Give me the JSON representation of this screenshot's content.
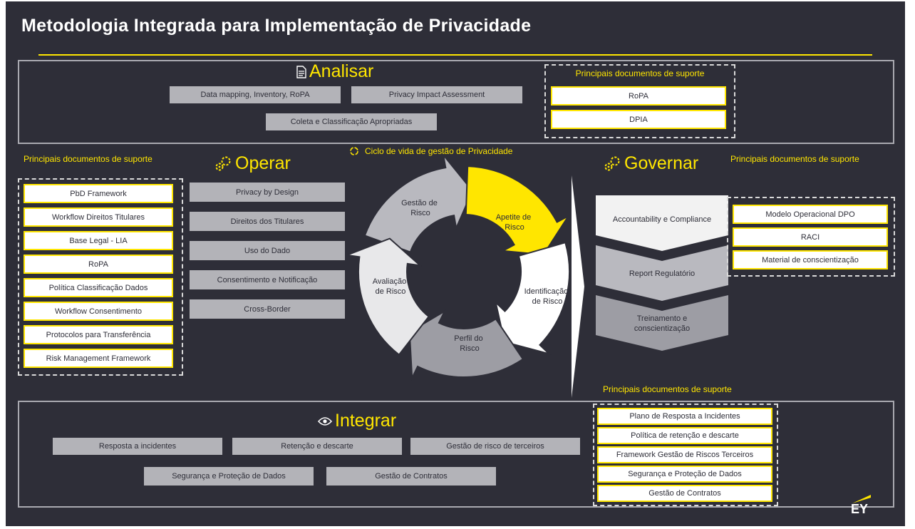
{
  "title": "Metodologia Integrada para Implementação de Privacidade",
  "colors": {
    "background": "#2e2e38",
    "accent": "#ffe600",
    "box_gray": "#b3b3b8",
    "box_white": "#ffffff"
  },
  "analisar": {
    "heading": "Analisar",
    "icon": "document-icon",
    "items": [
      "Data mapping, Inventory, RoPA",
      "Privacy Impact Assessment",
      "Coleta e Classificação Apropriadas"
    ],
    "docs_title": "Principais documentos de suporte",
    "docs": [
      "RoPA",
      "DPIA"
    ]
  },
  "operar": {
    "heading": "Operar",
    "icon": "gears-icon",
    "docs_title": "Principais documentos de suporte",
    "docs": [
      "PbD Framework",
      "Workflow Direitos Titulares",
      "Base Legal - LIA",
      "RoPA",
      "Política Classificação Dados",
      "Workflow Consentimento",
      "Protocolos para Transferência",
      "Risk Management Framework"
    ],
    "items": [
      "Privacy by Design",
      "Direitos dos Titulares",
      "Uso do Dado",
      "Consentimento e Notificação",
      "Cross-Border"
    ]
  },
  "cycle": {
    "title": "Ciclo de vida de gestão de Privacidade",
    "icon": "cycle-icon",
    "segments": [
      "Gestão de Risco",
      "Apetite de Risco",
      "Identificação de Risco",
      "Perfil do Risco",
      "Avaliação de Risco"
    ]
  },
  "governar": {
    "heading": "Governar",
    "icon": "gears-icon",
    "items": [
      "Accountability e Compliance",
      "Report Regulatório",
      "Treinamento e conscientização"
    ],
    "docs_title": "Principais documentos de suporte",
    "docs": [
      "Modelo Operacional DPO",
      "RACI",
      "Material de conscientização"
    ]
  },
  "integrar": {
    "heading": "Integrar",
    "icon": "eye-icon",
    "items": [
      "Resposta a incidentes",
      "Retenção e descarte",
      "Gestão de risco de terceiros",
      "Segurança e Proteção de Dados",
      "Gestão de Contratos"
    ],
    "docs_title": "Principais documentos de suporte",
    "docs": [
      "Plano de Resposta a Incidentes",
      "Política de retenção e descarte",
      "Framework Gestão de Riscos Terceiros",
      "Segurança e Proteção de Dados",
      "Gestão de Contratos"
    ]
  },
  "logo": "EY"
}
